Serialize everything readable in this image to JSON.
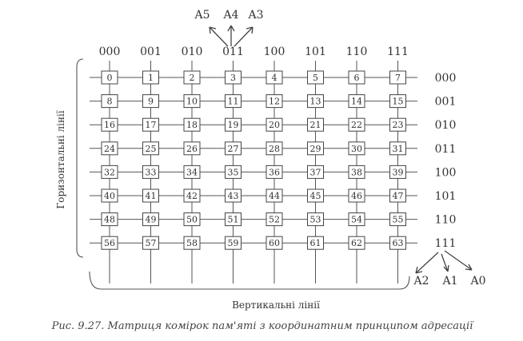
{
  "diagram": {
    "col_addresses": [
      "000",
      "001",
      "010",
      "011",
      "100",
      "101",
      "110",
      "111"
    ],
    "row_addresses": [
      "000",
      "001",
      "010",
      "011",
      "100",
      "101",
      "110",
      "111"
    ],
    "cells": [
      [
        "0",
        "1",
        "2",
        "3",
        "4",
        "5",
        "6",
        "7"
      ],
      [
        "8",
        "9",
        "10",
        "11",
        "12",
        "13",
        "14",
        "15"
      ],
      [
        "16",
        "17",
        "18",
        "19",
        "20",
        "21",
        "22",
        "23"
      ],
      [
        "24",
        "25",
        "26",
        "27",
        "28",
        "29",
        "30",
        "31"
      ],
      [
        "32",
        "33",
        "34",
        "35",
        "36",
        "37",
        "38",
        "39"
      ],
      [
        "40",
        "41",
        "42",
        "43",
        "44",
        "45",
        "46",
        "47"
      ],
      [
        "48",
        "49",
        "50",
        "51",
        "52",
        "53",
        "54",
        "55"
      ],
      [
        "56",
        "57",
        "58",
        "59",
        "60",
        "61",
        "62",
        "63"
      ]
    ],
    "column_address_bits": [
      "A5",
      "A4",
      "A3"
    ],
    "row_address_bits": [
      "A2",
      "A1",
      "A0"
    ],
    "horizontal_lines_label": "Горизонтальні лінії",
    "vertical_lines_label": "Вертикальні лінії"
  },
  "caption": "Рис. 9.27. Матриця комірок пам'яті з координатним принципом адресації"
}
